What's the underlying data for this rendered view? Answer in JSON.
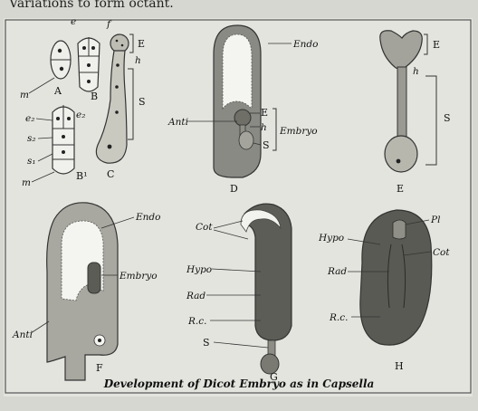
{
  "top_text": "Variations to form octant.",
  "caption": "Development of Dicot Embryo as in Capsella",
  "figures": {
    "A": {
      "letter": "A",
      "labels": {
        "e": "e",
        "m": "m"
      }
    },
    "B": {
      "letter": "B"
    },
    "B1": {
      "letter": "B¹",
      "labels": {
        "e2_left": "e₂",
        "e2_right": "e₂",
        "s2": "s₂",
        "s1": "s₁",
        "m": "m"
      }
    },
    "C": {
      "letter": "C",
      "labels": {
        "f": "f",
        "E": "E",
        "h": "h",
        "S": "S"
      }
    },
    "D": {
      "letter": "D",
      "labels": {
        "endo": "Endo",
        "E": "E",
        "h": "h",
        "embryo": "Embryo",
        "anti": "Anti",
        "S": "S"
      }
    },
    "E": {
      "letter": "E",
      "labels": {
        "E": "E",
        "h": "h",
        "S": "S"
      }
    },
    "F": {
      "letter": "F",
      "labels": {
        "endo": "Endo",
        "embryo": "Embryo",
        "anti": "Anti"
      }
    },
    "G": {
      "letter": "G",
      "labels": {
        "cot": "Cot",
        "hypo": "Hypo",
        "rad": "Rad",
        "rc": "R.c.",
        "S": "S"
      }
    },
    "H": {
      "letter": "H",
      "labels": {
        "pl": "Pl",
        "hypo": "Hypo",
        "cot": "Cot",
        "rad": "Rad",
        "rc": "R.c."
      }
    }
  }
}
